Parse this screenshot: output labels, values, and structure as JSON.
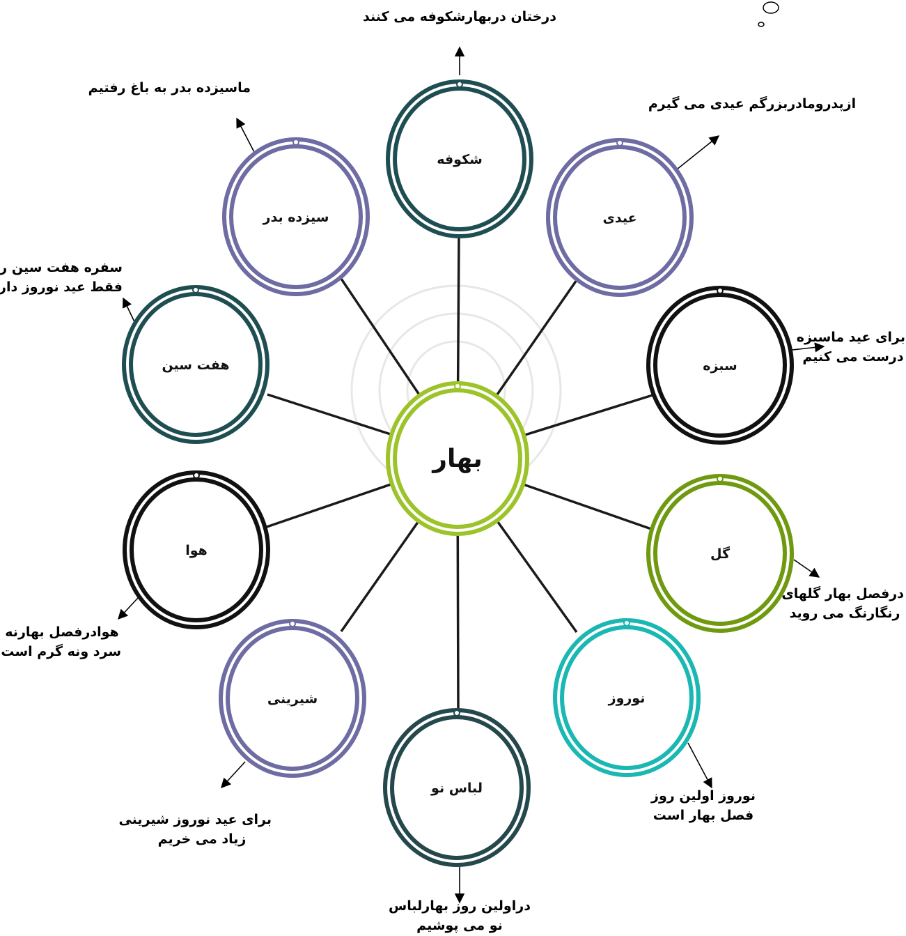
{
  "center": {
    "label": "بهار",
    "color": "#9cc329"
  },
  "nodes": [
    {
      "id": "shokoufeh",
      "label": "شکوفه",
      "color": "#1f4e52",
      "note": [
        "درختان دربهارشکوفه می کنند"
      ]
    },
    {
      "id": "eidi",
      "label": "عیدی",
      "color": "#6f6ba3",
      "note": [
        "ازپدرومادربزرگم عیدی می گیرم"
      ]
    },
    {
      "id": "sabzeh",
      "label": "سبزه",
      "color": "#111111",
      "note": [
        "برای عید ماسبزه",
        "درست می کنیم"
      ]
    },
    {
      "id": "gol",
      "label": "گل",
      "color": "#6f9a10",
      "note": [
        "درفصل بهار گلهای",
        "رنگارنگ می روید"
      ]
    },
    {
      "id": "nowruz",
      "label": "نوروز",
      "color": "#1ab7b3",
      "note": [
        "نوروز اولین روز",
        "فصل بهار است"
      ]
    },
    {
      "id": "lebas-no",
      "label": "لباس نو",
      "color": "#25484c",
      "note": [
        "دراولین روز بهارلباس",
        "نو می پوشیم"
      ]
    },
    {
      "id": "shirini",
      "label": "شیرینی",
      "color": "#6f6ba3",
      "note": [
        "برای عید نوروز شیرینی",
        "زیاد می خریم"
      ]
    },
    {
      "id": "hava",
      "label": "هوا",
      "color": "#111111",
      "note": [
        "هوادرفصل بهارنه",
        "سرد ونه گرم است"
      ]
    },
    {
      "id": "haft-sin",
      "label": "هفت سین",
      "color": "#1f4e52",
      "note": [
        "سفره هفت سین را",
        "فقط عید نوروز داریم"
      ]
    },
    {
      "id": "sizdah-bedar",
      "label": "سیزده بدر",
      "color": "#6f6ba3",
      "note": [
        "ماسیزده بدر به باغ رفتیم"
      ]
    }
  ]
}
